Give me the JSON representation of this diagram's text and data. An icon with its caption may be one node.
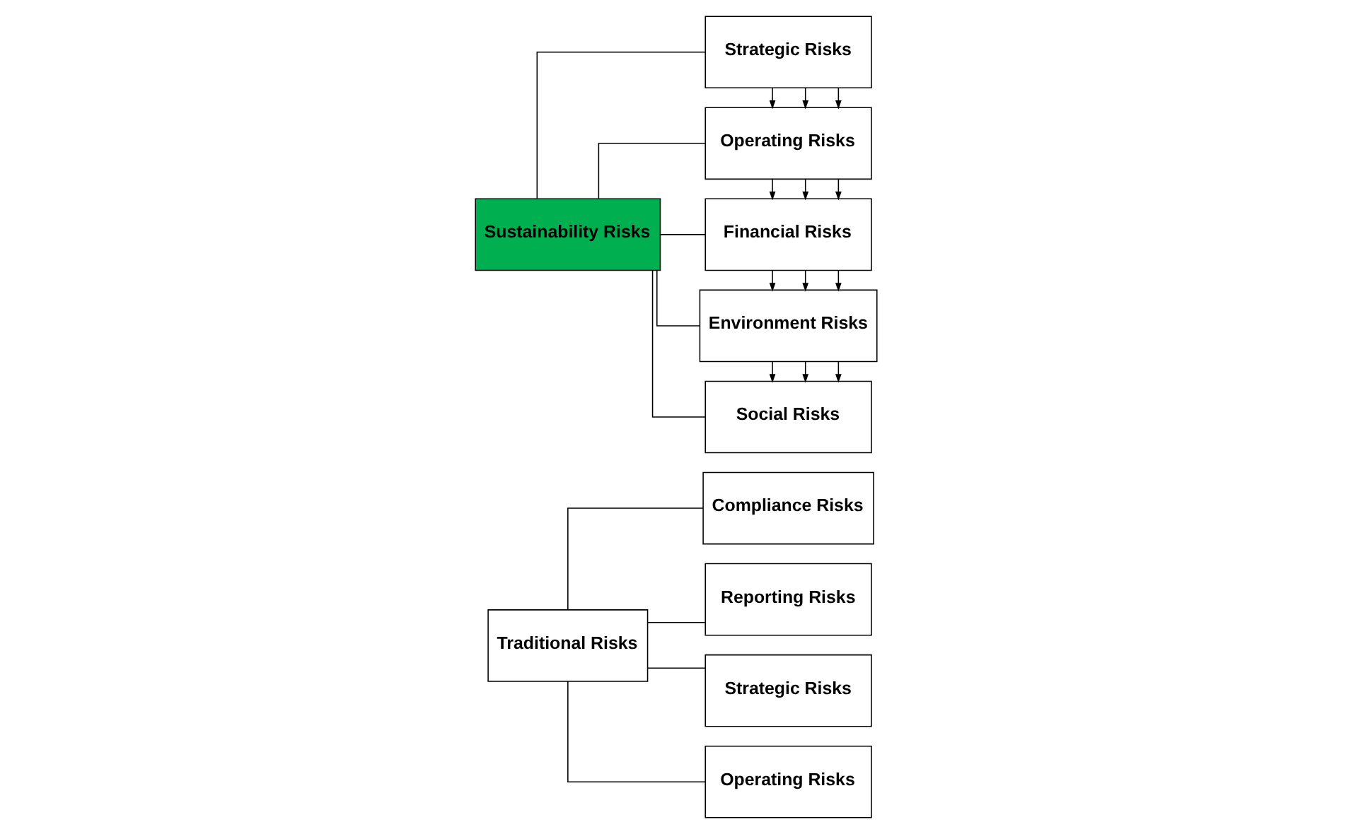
{
  "diagram": {
    "nodes": [
      {
        "text": [
          "Traditional Risks"
        ]
      },
      {
        "text": [
          "Compliance Risks"
        ]
      },
      {
        "text": [
          "Reporting Risks"
        ]
      },
      {
        "text": [
          "Strategic Risks"
        ]
      },
      {
        "text": [
          "Operating Risks"
        ]
      },
      {
        "text": [
          "Sustainability Risks"
        ]
      },
      {
        "text": [
          "Social Risks"
        ]
      },
      {
        "text": [
          "Environment Risks"
        ]
      },
      {
        "text": [
          "Financial Risks"
        ]
      },
      {
        "text": [
          "Operating Risks"
        ]
      },
      {
        "text": [
          "Strategic Risks"
        ]
      }
    ],
    "edges": [
      {
        "from": 0,
        "to": 1,
        "arrow": "none"
      },
      {
        "from": 0,
        "to": 2,
        "arrow": "none"
      },
      {
        "from": 0,
        "to": 3,
        "arrow": "none"
      },
      {
        "from": 0,
        "to": 4,
        "arrow": "none"
      },
      {
        "from": 5,
        "to": 6,
        "arrow": "none"
      },
      {
        "from": 5,
        "to": 7,
        "arrow": "none"
      },
      {
        "from": 5,
        "to": 8,
        "arrow": "none"
      },
      {
        "from": 5,
        "to": 9,
        "arrow": "none"
      },
      {
        "from": 5,
        "to": 10,
        "arrow": "none"
      },
      {
        "from": 7,
        "to": 6,
        "arrow": "to"
      },
      {
        "from": 7,
        "to": 6,
        "arrow": "to"
      },
      {
        "from": 7,
        "to": 6,
        "arrow": "to"
      },
      {
        "from": 8,
        "to": 7,
        "arrow": "to"
      },
      {
        "from": 8,
        "to": 7,
        "arrow": "to"
      },
      {
        "from": 8,
        "to": 7,
        "arrow": "to"
      },
      {
        "from": 9,
        "to": 8,
        "arrow": "to"
      },
      {
        "from": 9,
        "to": 8,
        "arrow": "to"
      },
      {
        "from": 9,
        "to": 8,
        "arrow": "to"
      },
      {
        "from": 10,
        "to": 9,
        "arrow": "to"
      },
      {
        "from": 10,
        "to": 9,
        "arrow": "to"
      },
      {
        "from": 10,
        "to": 9,
        "arrow": "to"
      }
    ]
  }
}
